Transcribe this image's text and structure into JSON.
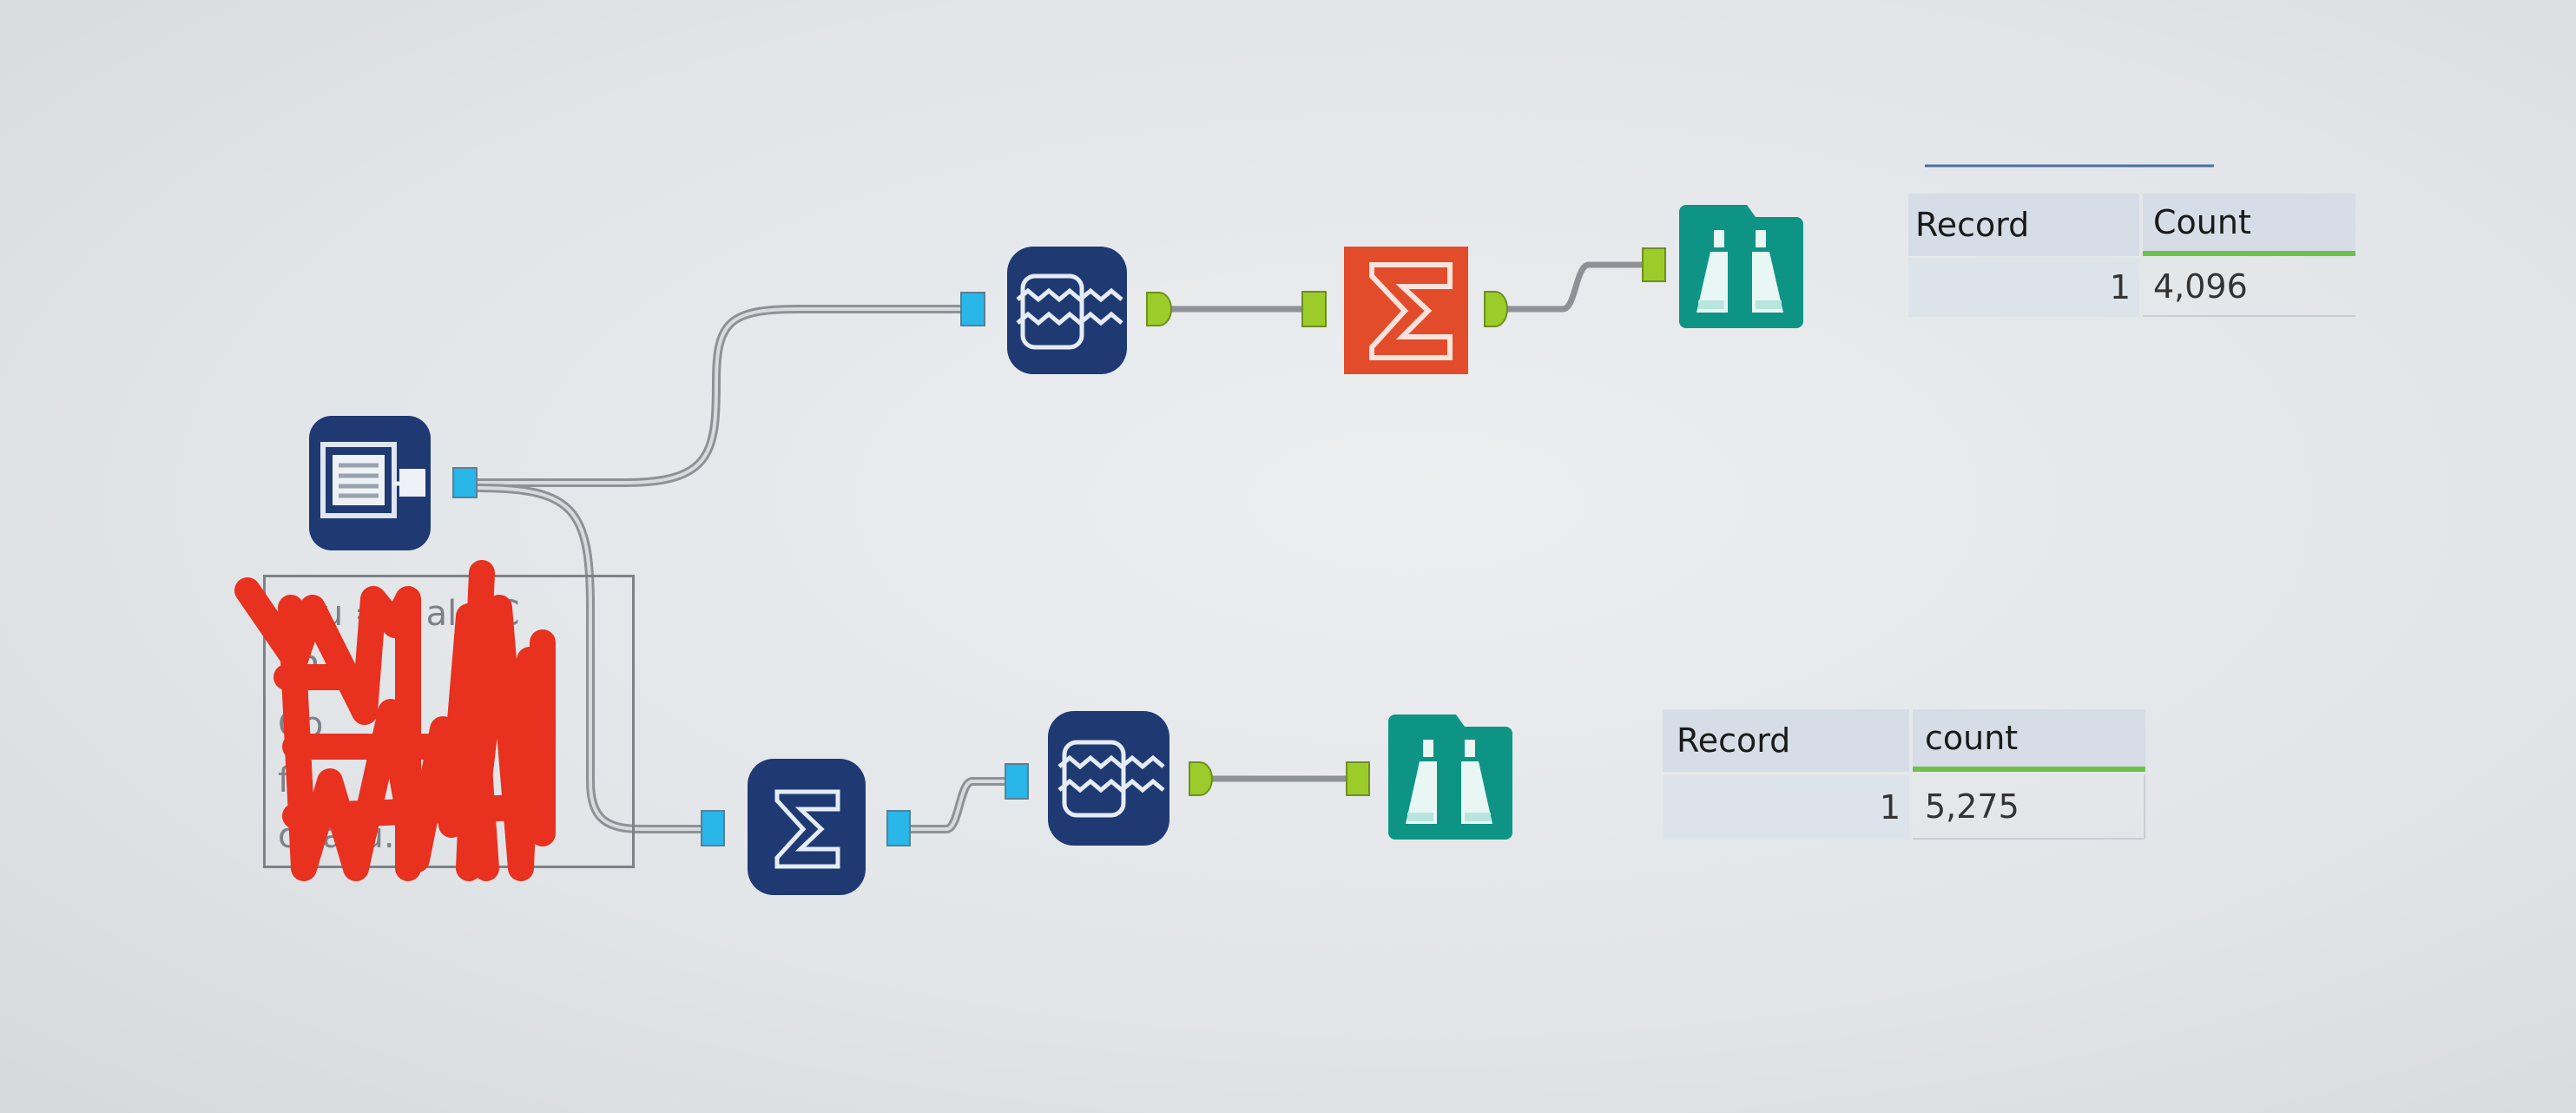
{
  "workflow": {
    "tools": [
      {
        "id": "input-data",
        "type": "Input Data (In-DB connection)",
        "icon": "input-data-icon",
        "color": "#1f3a73"
      },
      {
        "id": "data-stream-out-top",
        "type": "Data Stream Out",
        "icon": "data-stream-icon",
        "color": "#1f3a73"
      },
      {
        "id": "summarize-top",
        "type": "Summarize",
        "icon": "sigma-icon",
        "color": "#e34c2b"
      },
      {
        "id": "browse-top",
        "type": "Browse",
        "icon": "binoculars-icon",
        "color": "#0e9484"
      },
      {
        "id": "summarize-indb-bottom",
        "type": "Summarize In-DB",
        "icon": "sigma-icon",
        "color": "#1f3a73"
      },
      {
        "id": "data-stream-out-bottom",
        "type": "Data Stream Out",
        "icon": "data-stream-icon",
        "color": "#1f3a73"
      },
      {
        "id": "browse-bottom",
        "type": "Browse",
        "icon": "binoculars-icon",
        "color": "#0e9484"
      }
    ],
    "anchor_colors": {
      "in_db": "#29b6e8",
      "standard": "#9ccc2a",
      "connection": "#9a9ea3"
    }
  },
  "annotation": {
    "lines": [
      "Sou    =in  ala_C",
      "LP",
      "Co",
      "f",
      "c       rasu..."
    ],
    "redaction_color": "#e8311f"
  },
  "result_top": {
    "headers": [
      "Record",
      "Count"
    ],
    "rows": [
      [
        "1",
        "4,096"
      ]
    ]
  },
  "result_bottom": {
    "headers": [
      "Record",
      "count"
    ],
    "rows": [
      [
        "1",
        "5,275"
      ]
    ]
  },
  "colors": {
    "header_bg": "#d6dde6",
    "sort_underline": "#6cc24a",
    "link_line": "#4a6fa5"
  }
}
